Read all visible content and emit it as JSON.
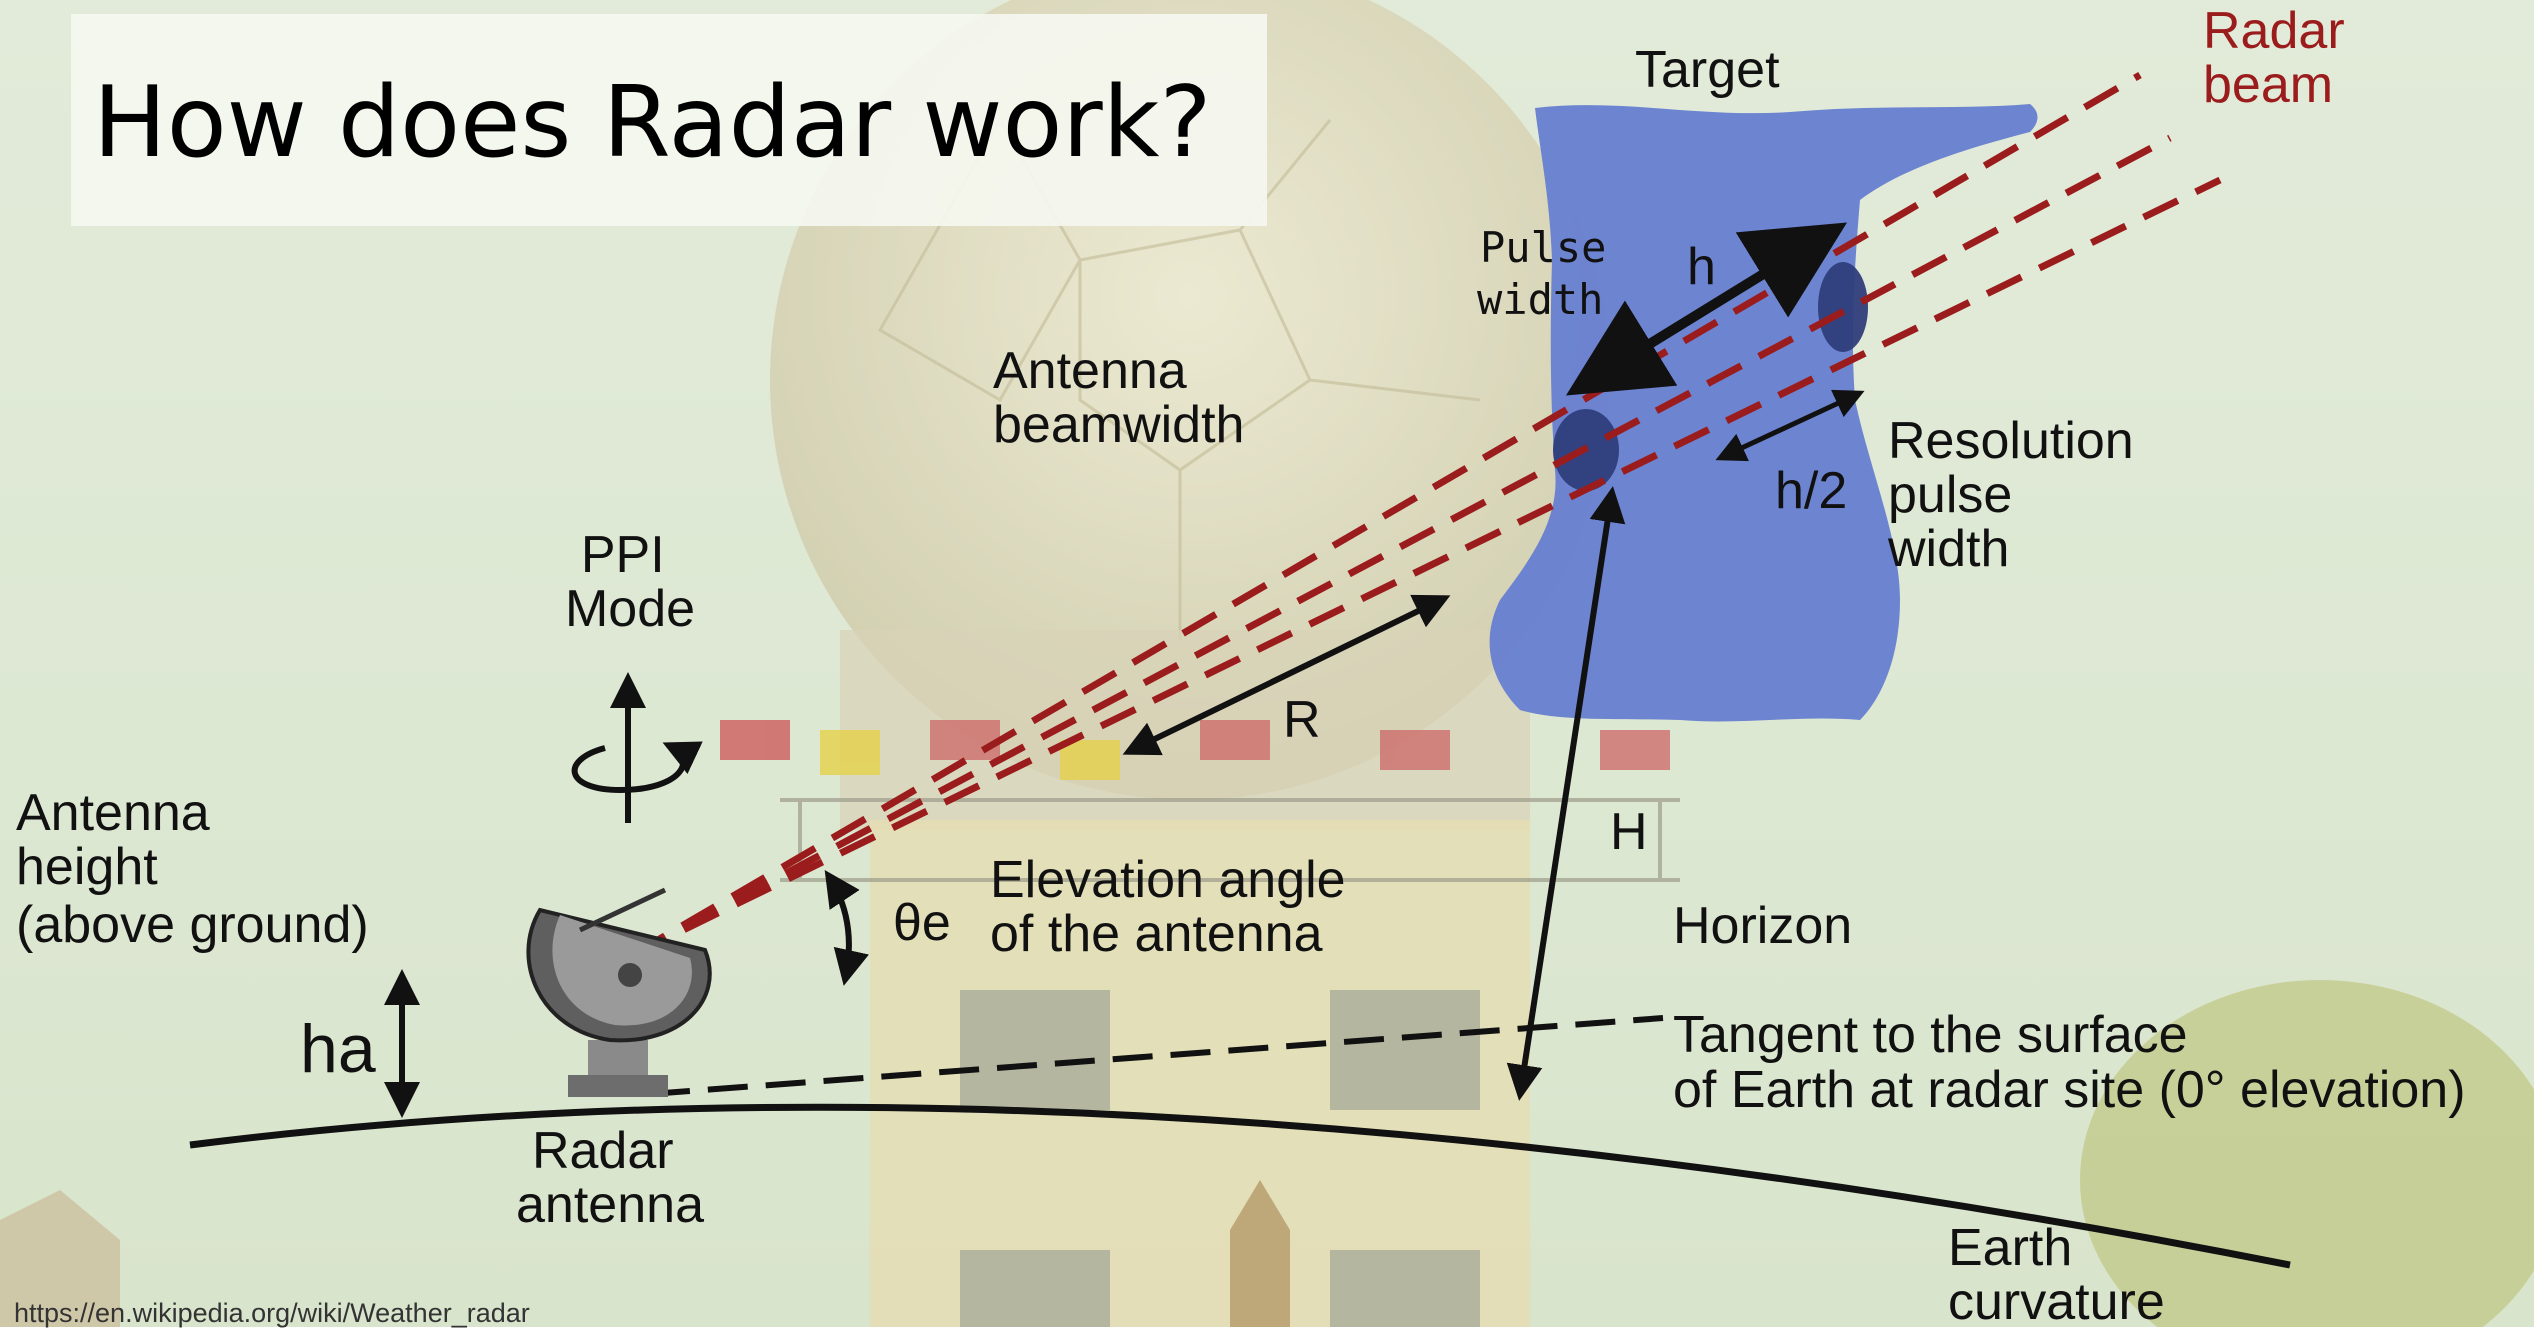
{
  "title": "How does Radar work?",
  "labels": {
    "target": "Target",
    "radar_beam": [
      "Radar",
      "beam"
    ],
    "pulse_width": [
      "Pulse",
      "width"
    ],
    "h": "h",
    "antenna_beamwidth": [
      "Antenna",
      "beamwidth"
    ],
    "resolution_pulse_width": [
      "Resolution",
      "pulse",
      "width"
    ],
    "h_half": "h/2",
    "ppi_mode": [
      "PPI",
      "Mode"
    ],
    "r": "R",
    "antenna_height": [
      "Antenna",
      "height",
      "(above ground)"
    ],
    "theta_e": "θe",
    "elevation_angle": [
      "Elevation angle",
      "of the antenna"
    ],
    "big_h": "H",
    "horizon": "Horizon",
    "ha": "ha",
    "tangent": [
      "Tangent to the surface",
      "of Earth at radar site (0° elevation)"
    ],
    "radar_antenna": [
      "Radar",
      "antenna"
    ],
    "earth_curvature": [
      "Earth",
      "curvature"
    ]
  },
  "source_url": "https://en.wikipedia.org/wiki/Weather_radar",
  "colors": {
    "beam_red": "#9b1c1c",
    "target_blue": "#6a82d0",
    "resolution_volume": "#2f3d7a",
    "text": "#111111"
  },
  "icons": [
    "rotation-arrow-icon",
    "satellite-dish-icon"
  ]
}
